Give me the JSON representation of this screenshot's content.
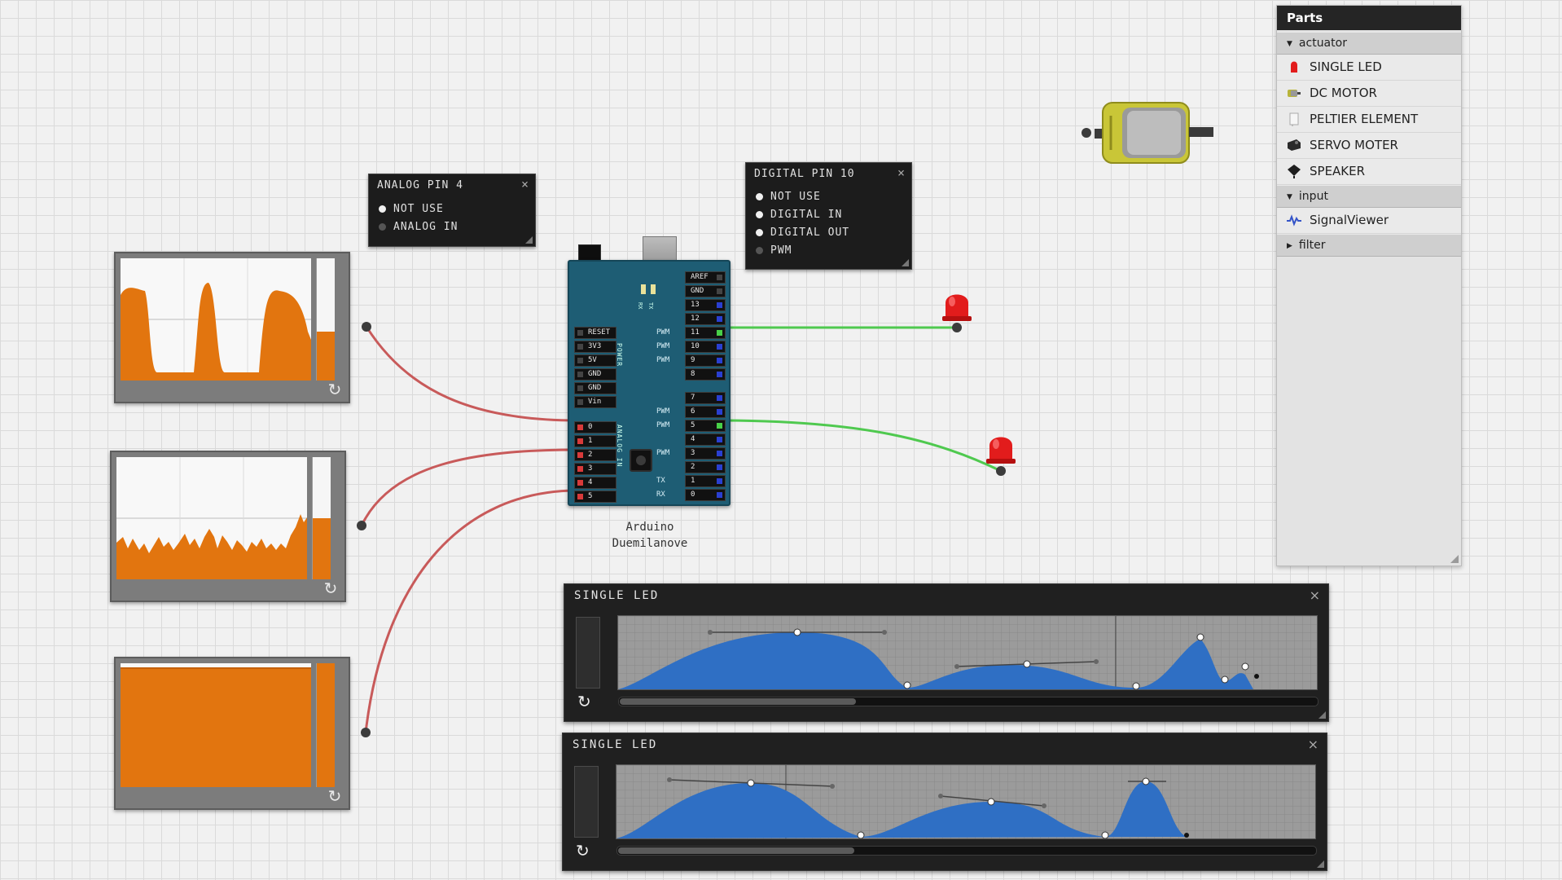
{
  "canvas": {
    "analog_popup": {
      "title": "ANALOG PIN 4",
      "close": "×",
      "options": [
        {
          "label": "NOT USE",
          "selected": true
        },
        {
          "label": "ANALOG IN",
          "selected": false
        }
      ]
    },
    "digital_popup": {
      "title": "DIGITAL PIN 10",
      "close": "×",
      "options": [
        {
          "label": "NOT USE",
          "selected": true
        },
        {
          "label": "DIGITAL IN",
          "selected": true
        },
        {
          "label": "DIGITAL OUT",
          "selected": true
        },
        {
          "label": "PWM",
          "selected": false
        }
      ]
    },
    "signal_viewers": [
      {
        "meter_level": 0.4,
        "refresh_icon": "↻"
      },
      {
        "meter_level": 0.5,
        "refresh_icon": "↻"
      },
      {
        "meter_level": 1.0,
        "refresh_icon": "↻"
      }
    ],
    "board": {
      "name_line1": "Arduino",
      "name_line2": "Duemilanove",
      "power_label": "POWER",
      "analog_label": "ANALOG IN",
      "rx_label": "RX",
      "tx_label": "TX",
      "power_pins": [
        "RESET",
        "3V3",
        "5V",
        "GND",
        "GND",
        "Vin"
      ],
      "analog_pins": [
        "0",
        "1",
        "2",
        "3",
        "4",
        "5"
      ],
      "digital_pins_top": [
        {
          "label": "AREF",
          "pwm": ""
        },
        {
          "label": "GND",
          "pwm": ""
        },
        {
          "label": "13",
          "pwm": ""
        },
        {
          "label": "12",
          "pwm": ""
        },
        {
          "label": "11",
          "pwm": "PWM"
        },
        {
          "label": "10",
          "pwm": "PWM"
        },
        {
          "label": "9",
          "pwm": "PWM"
        },
        {
          "label": "8",
          "pwm": ""
        }
      ],
      "digital_pins_bottom": [
        {
          "label": "7",
          "pwm": ""
        },
        {
          "label": "6",
          "pwm": "PWM"
        },
        {
          "label": "5",
          "pwm": "PWM"
        },
        {
          "label": "4",
          "pwm": ""
        },
        {
          "label": "3",
          "pwm": "PWM"
        },
        {
          "label": "2",
          "pwm": ""
        },
        {
          "label": "1",
          "pwm": "TX"
        },
        {
          "label": "0",
          "pwm": "RX"
        }
      ]
    }
  },
  "parts_panel": {
    "title": "Parts",
    "categories": [
      {
        "label": "actuator",
        "expanded": true,
        "items": [
          {
            "label": "SINGLE LED",
            "icon": "led-icon"
          },
          {
            "label": "DC MOTOR",
            "icon": "motor-icon"
          },
          {
            "label": "PELTIER ELEMENT",
            "icon": "peltier-icon"
          },
          {
            "label": "SERVO MOTER",
            "icon": "servo-icon"
          },
          {
            "label": "SPEAKER",
            "icon": "speaker-icon"
          }
        ]
      },
      {
        "label": "input",
        "expanded": true,
        "items": [
          {
            "label": "SignalViewer",
            "icon": "signal-wave-icon"
          }
        ]
      },
      {
        "label": "filter",
        "expanded": false,
        "items": []
      }
    ]
  },
  "editors": [
    {
      "title": "SINGLE LED",
      "close": "×",
      "refresh_icon": "↻",
      "scroll_position": 0.33
    },
    {
      "title": "SINGLE LED",
      "close": "×",
      "refresh_icon": "↻",
      "scroll_position": 0.33
    }
  ],
  "colors": {
    "canvas_bg": "#f1f1f1",
    "signal_orange": "#e2750f",
    "wire_red": "#c85a5a",
    "wire_green": "#4fc94f",
    "board_teal": "#1e5d74",
    "envelope_blue": "#2f6fc4",
    "led_red": "#e21c1c"
  }
}
